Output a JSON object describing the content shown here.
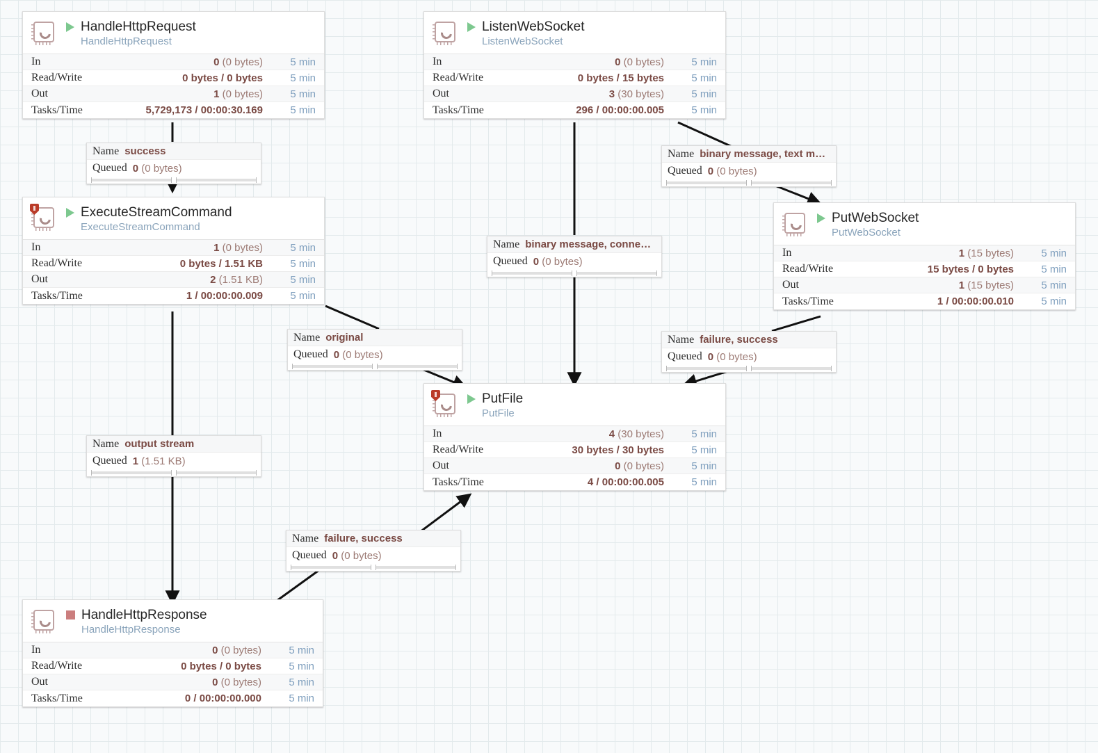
{
  "canvas": {
    "background": "#f8fafb",
    "grid_color": "#e3eaec",
    "grid_size": 26
  },
  "colors": {
    "running": "#7dc88f",
    "stopped": "#cb7e7e",
    "bulletin": "#ba3b28",
    "stat_value": "#7a4a44",
    "time_text": "#7f9fbe",
    "type_text": "#8aa4bb"
  },
  "labels": {
    "in": "In",
    "read_write": "Read/Write",
    "out": "Out",
    "tasks_time": "Tasks/Time",
    "name": "Name",
    "queued": "Queued"
  },
  "processors": [
    {
      "id": "handle-http-request",
      "name": "HandleHttpRequest",
      "type": "HandleHttpRequest",
      "run_status": "running",
      "has_bulletin": false,
      "stats": {
        "in": "0",
        "in_bytes": "(0 bytes)",
        "in_time": "5 min",
        "read_write": "0 bytes / 0 bytes",
        "read_write_time": "5 min",
        "out": "1",
        "out_bytes": "(0 bytes)",
        "out_time": "5 min",
        "tasks_time": "5,729,173 / 00:00:30.169",
        "tasks_time_time": "5 min"
      }
    },
    {
      "id": "listen-web-socket",
      "name": "ListenWebSocket",
      "type": "ListenWebSocket",
      "run_status": "running",
      "has_bulletin": false,
      "stats": {
        "in": "0",
        "in_bytes": "(0 bytes)",
        "in_time": "5 min",
        "read_write": "0 bytes / 15 bytes",
        "read_write_time": "5 min",
        "out": "3",
        "out_bytes": "(30 bytes)",
        "out_time": "5 min",
        "tasks_time": "296 / 00:00:00.005",
        "tasks_time_time": "5 min"
      }
    },
    {
      "id": "execute-stream-command",
      "name": "ExecuteStreamCommand",
      "type": "ExecuteStreamCommand",
      "run_status": "running",
      "has_bulletin": true,
      "stats": {
        "in": "1",
        "in_bytes": "(0 bytes)",
        "in_time": "5 min",
        "read_write": "0 bytes / 1.51 KB",
        "read_write_time": "5 min",
        "out": "2",
        "out_bytes": "(1.51 KB)",
        "out_time": "5 min",
        "tasks_time": "1 / 00:00:00.009",
        "tasks_time_time": "5 min"
      }
    },
    {
      "id": "put-web-socket",
      "name": "PutWebSocket",
      "type": "PutWebSocket",
      "run_status": "running",
      "has_bulletin": false,
      "stats": {
        "in": "1",
        "in_bytes": "(15 bytes)",
        "in_time": "5 min",
        "read_write": "15 bytes / 0 bytes",
        "read_write_time": "5 min",
        "out": "1",
        "out_bytes": "(15 bytes)",
        "out_time": "5 min",
        "tasks_time": "1 / 00:00:00.010",
        "tasks_time_time": "5 min"
      }
    },
    {
      "id": "put-file",
      "name": "PutFile",
      "type": "PutFile",
      "run_status": "running",
      "has_bulletin": true,
      "stats": {
        "in": "4",
        "in_bytes": "(30 bytes)",
        "in_time": "5 min",
        "read_write": "30 bytes / 30 bytes",
        "read_write_time": "5 min",
        "out": "0",
        "out_bytes": "(0 bytes)",
        "out_time": "5 min",
        "tasks_time": "4 / 00:00:00.005",
        "tasks_time_time": "5 min"
      }
    },
    {
      "id": "handle-http-response",
      "name": "HandleHttpResponse",
      "type": "HandleHttpResponse",
      "run_status": "stopped",
      "has_bulletin": false,
      "stats": {
        "in": "0",
        "in_bytes": "(0 bytes)",
        "in_time": "5 min",
        "read_write": "0 bytes / 0 bytes",
        "read_write_time": "5 min",
        "out": "0",
        "out_bytes": "(0 bytes)",
        "out_time": "5 min",
        "tasks_time": "0 / 00:00:00.000",
        "tasks_time_time": "5 min"
      }
    }
  ],
  "connections": [
    {
      "id": "conn-success",
      "name": "success",
      "queued": "0",
      "queued_bytes": "(0 bytes)"
    },
    {
      "id": "conn-binary-text",
      "name": "binary message, text me…",
      "queued": "0",
      "queued_bytes": "(0 bytes)"
    },
    {
      "id": "conn-binary-connect",
      "name": "binary message, connect…",
      "queued": "0",
      "queued_bytes": "(0 bytes)"
    },
    {
      "id": "conn-original",
      "name": "original",
      "queued": "0",
      "queued_bytes": "(0 bytes)"
    },
    {
      "id": "conn-failure-success-ws",
      "name": "failure, success",
      "queued": "0",
      "queued_bytes": "(0 bytes)"
    },
    {
      "id": "conn-output-stream",
      "name": "output stream",
      "queued": "1",
      "queued_bytes": "(1.51 KB)"
    },
    {
      "id": "conn-failure-success-file",
      "name": "failure, success",
      "queued": "0",
      "queued_bytes": "(0 bytes)"
    }
  ]
}
